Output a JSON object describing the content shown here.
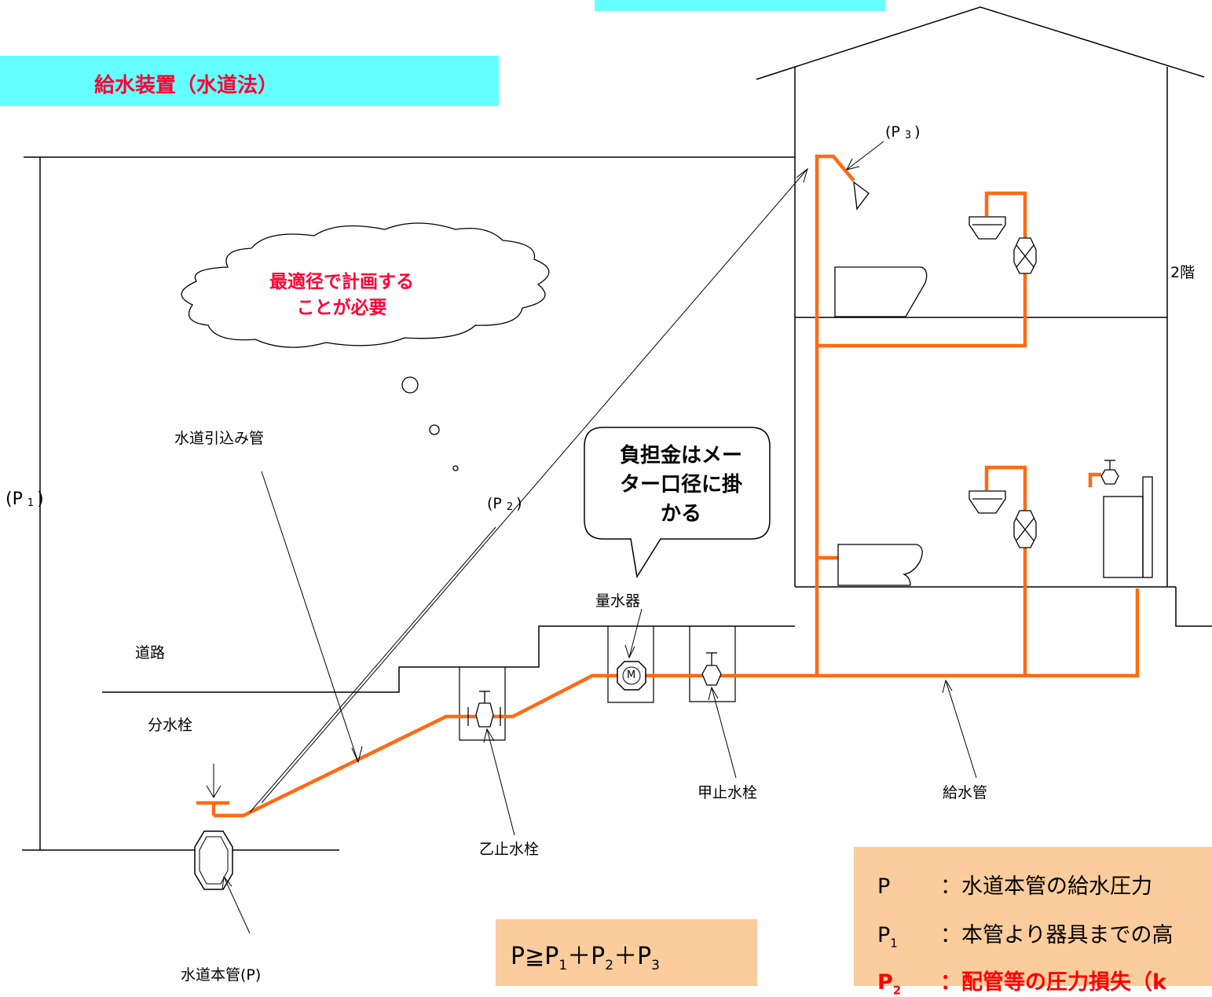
{
  "title": "給水装置（水道法）",
  "pressure_labels": {
    "p1": {
      "base": "(P",
      "sub": "1",
      "close": ")"
    },
    "p2": {
      "base": "(P",
      "sub": "2",
      "close": ")"
    },
    "p3": {
      "base": "(P",
      "sub": "3",
      "close": ")"
    }
  },
  "labels": {
    "floor2": "2階",
    "intake_pipe": "水道引込み管",
    "road": "道路",
    "branch_cock": "分水栓",
    "main_pipe": "水道本管(P)",
    "b_stop_valve": "乙止水栓",
    "a_stop_valve": "甲止水栓",
    "meter": "量水器",
    "supply_pipe": "給水管",
    "meter_symbol": "M"
  },
  "thought_cloud": {
    "line1": "最適径で計画する",
    "line2": "ことが必要"
  },
  "callout": {
    "line1": "負担金はメー",
    "line2": "ター口径に掛",
    "line3": "かる"
  },
  "formula": {
    "p": "P≧P",
    "s1": "1",
    "plus1": "＋P",
    "s2": "2",
    "plus2": "＋P",
    "s3": "3"
  },
  "legend": [
    {
      "symbol": "P",
      "sub": "",
      "text": "：水道本管の給水圧力",
      "highlight": false
    },
    {
      "symbol": "P",
      "sub": "1",
      "text": "：本管より器具までの高",
      "highlight": false
    },
    {
      "symbol": "P",
      "sub": "2",
      "text": "：配管等の圧力損失（k",
      "highlight": true
    }
  ],
  "colors": {
    "pipe": "#ff6a13",
    "banner": "#66ffff",
    "box": "#fbcc9c",
    "accent_text": "#ff0033"
  }
}
